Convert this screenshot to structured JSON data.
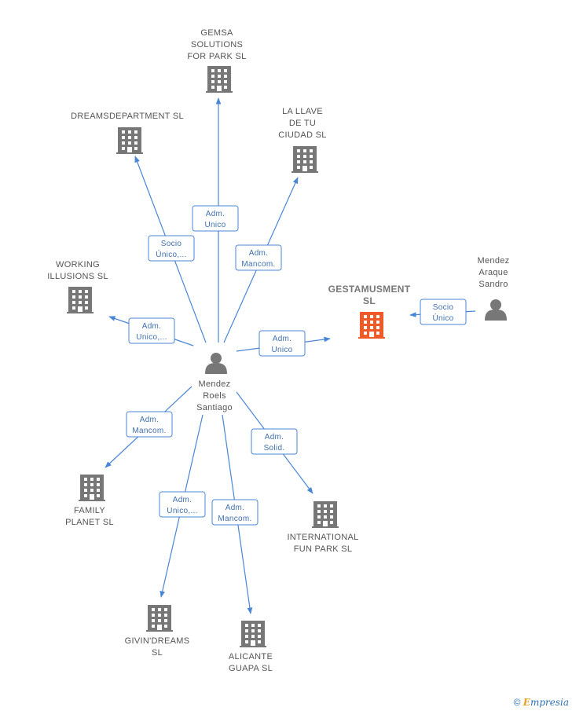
{
  "colors": {
    "edge": "#4a86d6",
    "company": "#777777",
    "focus_company": "#f05a28",
    "person": "#777777"
  },
  "nodes": [
    {
      "id": "gemsa",
      "type": "company",
      "label": [
        "GEMSA",
        "SOLUTIONS",
        "FOR PARK  SL"
      ]
    },
    {
      "id": "dreamsdepartment",
      "type": "company",
      "label": [
        "DREAMSDEPARTMENT SL"
      ]
    },
    {
      "id": "lallave",
      "type": "company",
      "label": [
        "LA LLAVE",
        "DE TU",
        "CIUDAD SL"
      ]
    },
    {
      "id": "working",
      "type": "company",
      "label": [
        "WORKING",
        "ILLUSIONS  SL"
      ]
    },
    {
      "id": "gestamusment",
      "type": "company",
      "focus": true,
      "label": [
        "GESTAMUSMENT",
        "SL"
      ]
    },
    {
      "id": "araque",
      "type": "person",
      "label": [
        "Mendez",
        "Araque",
        "Sandro"
      ]
    },
    {
      "id": "roels",
      "type": "person",
      "label": [
        "Mendez",
        "Roels",
        "Santiago"
      ]
    },
    {
      "id": "family",
      "type": "company",
      "label": [
        "FAMILY",
        "PLANET SL"
      ]
    },
    {
      "id": "international",
      "type": "company",
      "label": [
        "INTERNATIONAL",
        "FUN PARK  SL"
      ]
    },
    {
      "id": "givin",
      "type": "company",
      "label": [
        "GIVIN'DREAMS",
        "SL"
      ]
    },
    {
      "id": "alicante",
      "type": "company",
      "label": [
        "ALICANTE",
        "GUAPA SL"
      ]
    }
  ],
  "edges": [
    {
      "id": "e-gemsa",
      "from": "roels",
      "to": "gemsa",
      "label": [
        "Adm.",
        "Unico"
      ]
    },
    {
      "id": "e-dreams",
      "from": "roels",
      "to": "dreamsdepartment",
      "label": [
        "Socio",
        "Único,..."
      ]
    },
    {
      "id": "e-llave",
      "from": "roels",
      "to": "lallave",
      "label": [
        "Adm.",
        "Mancom."
      ]
    },
    {
      "id": "e-working",
      "from": "roels",
      "to": "working",
      "label": [
        "Adm.",
        "Unico,..."
      ]
    },
    {
      "id": "e-gestam-r",
      "from": "roels",
      "to": "gestamusment",
      "label": [
        "Adm.",
        "Unico"
      ]
    },
    {
      "id": "e-gestam-a",
      "from": "araque",
      "to": "gestamusment",
      "label": [
        "Socio",
        "Único"
      ]
    },
    {
      "id": "e-family",
      "from": "roels",
      "to": "family",
      "label": [
        "Adm.",
        "Mancom."
      ]
    },
    {
      "id": "e-intl",
      "from": "roels",
      "to": "international",
      "label": [
        "Adm.",
        "Solid."
      ]
    },
    {
      "id": "e-givin",
      "from": "roels",
      "to": "givin",
      "label": [
        "Adm.",
        "Unico,..."
      ]
    },
    {
      "id": "e-alicante",
      "from": "roels",
      "to": "alicante",
      "label": [
        "Adm.",
        "Mancom."
      ]
    }
  ],
  "footer": {
    "copyright": "©",
    "brand_initial": "E",
    "brand_rest": "mpresia"
  }
}
